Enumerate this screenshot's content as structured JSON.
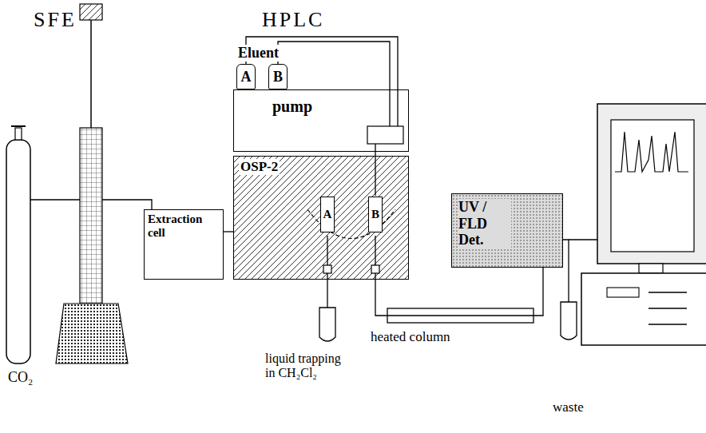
{
  "diagram": {
    "nodes": [
      {
        "text": [
          "A"
        ]
      },
      {
        "text": [
          "B"
        ]
      },
      {
        "text": [
          "pump"
        ]
      },
      {
        "text": [
          "Extraction cell"
        ]
      },
      {
        "text": [
          "OSP-2"
        ]
      },
      {
        "text": [
          "A"
        ],
        "in": 4
      },
      {
        "text": [
          "B"
        ],
        "in": 4
      },
      {
        "text": [
          "UV / FLD Det."
        ]
      }
    ],
    "edges": [
      {
        "from": 0,
        "to": 2,
        "arrow": "none"
      },
      {
        "from": 1,
        "to": 2,
        "arrow": "none"
      },
      {
        "from": 2,
        "to": 4,
        "arrow": "none"
      },
      {
        "from": 3,
        "to": 4,
        "arrow": "none"
      },
      {
        "from": 4,
        "to": 7,
        "arrow": "none"
      }
    ],
    "labels": [
      "SFE",
      "HPLC",
      "Eluent",
      "CO₂",
      "liquid trapping in CH₂Cl₂",
      "heated column",
      "waste"
    ]
  }
}
